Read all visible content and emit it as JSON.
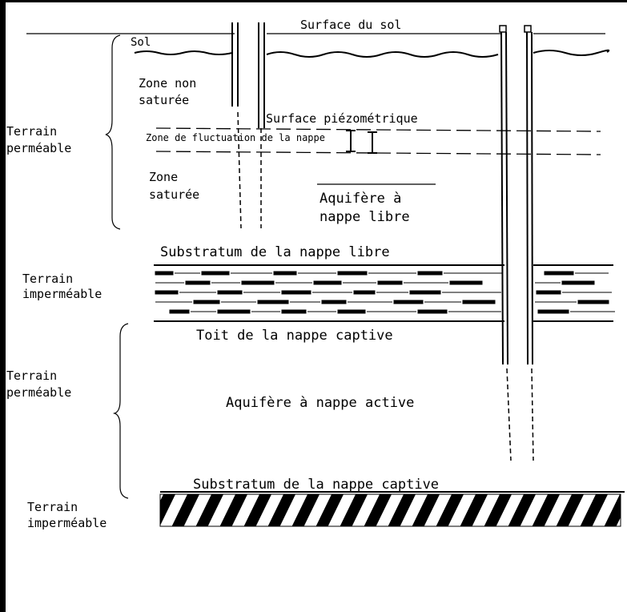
{
  "labels": {
    "surface_sol": "Surface du sol",
    "sol": "Sol",
    "zone_non_saturee_1": "Zone non",
    "zone_non_saturee_2": "saturée",
    "surface_piezo": "Surface piézométrique",
    "zone_fluctuation": "Zone de fluctuation de la nappe",
    "zone_saturee_1": "Zone",
    "zone_saturee_2": "saturée",
    "aquifere_libre_1": "Aquifère à",
    "aquifere_libre_2": "nappe libre",
    "substratum_libre": "Substratum de la nappe libre",
    "toit_captive": "Toit de la nappe captive",
    "aquifere_active": "Aquifère à nappe active",
    "substratum_captive": "Substratum de la nappe captive"
  },
  "terrains": {
    "permeable_1a": "Terrain",
    "permeable_1b": "perméable",
    "impermeable_1a": "Terrain",
    "impermeable_1b": "imperméable",
    "permeable_2a": "Terrain",
    "permeable_2b": "perméable",
    "impermeable_2a": "Terrain",
    "impermeable_2b": "imperméable"
  },
  "colors": {
    "ink": "#000000",
    "background": "#ffffff"
  }
}
